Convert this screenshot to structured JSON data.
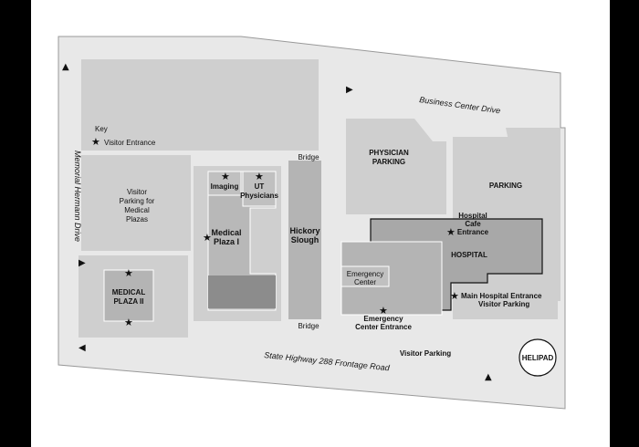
{
  "roads": {
    "business_center_drive": "Business Center Drive",
    "memorial_hermann_drive": "Memorial Hermann Drive",
    "highway_288": "State Highway 288 Frontage Road"
  },
  "key": {
    "title": "Key",
    "visitor_entrance": "Visitor Entrance"
  },
  "areas": {
    "visitor_parking_medical": [
      "Visitor",
      "Parking for",
      "Medical",
      "Plazas"
    ],
    "medical_plaza_2": [
      "MEDICAL",
      "PLAZA II"
    ],
    "imaging": "Imaging",
    "ut_physicians": [
      "UT",
      "Physicians"
    ],
    "medical_plaza_1": [
      "Medical",
      "Plaza I"
    ],
    "bridge_top": "Bridge",
    "bridge_bottom": "Bridge",
    "hickory_slough": [
      "Hickory",
      "Slough"
    ],
    "physician_parking": [
      "PHYSICIAN",
      "PARKING"
    ],
    "parking": "PARKING",
    "hospital": "HOSPITAL",
    "hospital_cafe_entrance": [
      "Hospital",
      "Cafe",
      "Entrance"
    ],
    "emergency_center": [
      "Emergency",
      "Center"
    ],
    "emergency_center_entrance": [
      "Emergency",
      "Center Entrance"
    ],
    "main_hospital_entrance": [
      "Main Hospital Entrance",
      "Visitor Parking"
    ],
    "visitor_parking": "Visitor Parking",
    "helipad": "HELIPAD"
  },
  "colors": {
    "road": "#e8e8e8",
    "block": "#c8c8c8",
    "building": "#a8a8a8",
    "dark_building": "#8c8c8c",
    "background": "#000000"
  },
  "icons": {
    "entrance_marker": "star-icon",
    "traffic_direction": "triangle-arrow-icon"
  }
}
